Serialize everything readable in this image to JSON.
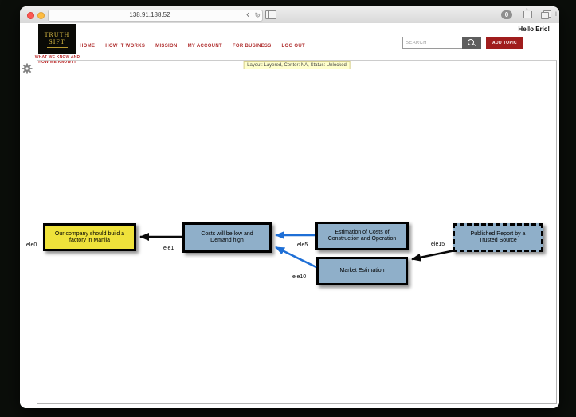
{
  "colors": {
    "node_blue": "#8fafc9",
    "node_yellow": "#efe23b",
    "arrow_blue": "#1e6fd6",
    "arrow_black": "#0a0a0a",
    "nav_red": "#b03030",
    "button_red": "#a01d1d",
    "status_bg": "#ffffcc"
  },
  "browser_chrome": {
    "url": "138.91.188.52",
    "reload_icon": "↻",
    "back_icon": "‹",
    "forward_icon": "›",
    "badge_count": "0",
    "share_icon": "↑",
    "new_tab_icon": "+"
  },
  "header": {
    "greeting": "Hello Eric!",
    "logo": {
      "line1": "TRUTH",
      "line2": "SIFT"
    },
    "tagline_line1": "WHAT WE KNOW AND",
    "tagline_line2": "HOW WE KNOW IT",
    "nav": [
      {
        "label": "HOME"
      },
      {
        "label": "HOW IT WORKS"
      },
      {
        "label": "MISSION"
      },
      {
        "label": "MY ACCOUNT"
      },
      {
        "label": "FOR BUSINESS"
      },
      {
        "label": "LOG OUT"
      }
    ],
    "search_placeholder": "SEARCH",
    "add_topic_label": "ADD TOPIC"
  },
  "workspace": {
    "status_text": "Layout: Layered, Center: NA, Status: Unlocked"
  },
  "diagram": {
    "nodes": [
      {
        "id": "ele0",
        "text": "Our company should build a factory in Manila",
        "style": "yellow"
      },
      {
        "id": "ele1",
        "text": "Costs will be low and Demand high",
        "style": "blue"
      },
      {
        "id": "ele5",
        "text": "Estimation of Costs of Construction and Operation",
        "style": "blue"
      },
      {
        "id": "ele10",
        "text": "Market Estimation",
        "style": "blue"
      },
      {
        "id": "ele15",
        "text": "Published Report by a Trusted Source",
        "style": "blue-dashed"
      }
    ],
    "edges": [
      {
        "from": "ele1",
        "to": "ele0",
        "color": "black"
      },
      {
        "from": "ele5",
        "to": "ele1",
        "color": "blue"
      },
      {
        "from": "ele10",
        "to": "ele1",
        "color": "blue"
      },
      {
        "from": "ele15",
        "to": "ele10",
        "color": "black"
      }
    ]
  }
}
